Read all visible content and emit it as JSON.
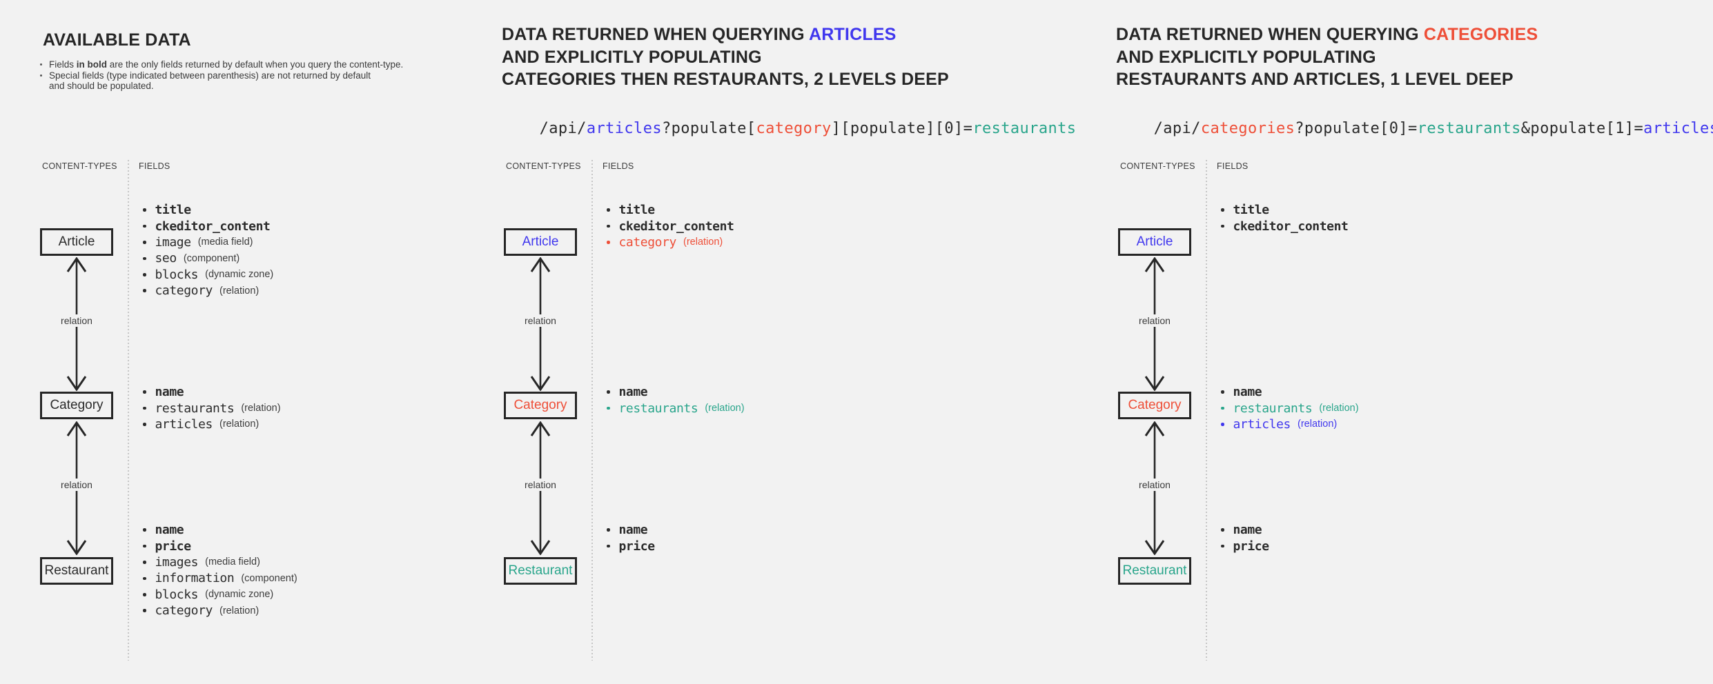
{
  "page": {
    "background": "#f2f2f2"
  },
  "colors": {
    "text_dark": "#2b2b2b",
    "accent_blue": "#4037ee",
    "accent_red": "#ee4f38",
    "accent_teal": "#29a58b",
    "divider": "#c6c6c6"
  },
  "labels": {
    "content_types": "CONTENT-TYPES",
    "fields": "FIELDS",
    "relation": "relation"
  },
  "panel1": {
    "title": "AVAILABLE DATA",
    "note1_pre": "Fields ",
    "note1_bold": "in bold",
    "note1_post": " are the only fields returned by default when you query the content-type.",
    "note2_line1": "Special fields (type indicated between parenthesis) are not returned by default",
    "note2_line2": "and should be populated."
  },
  "panel2": {
    "title_pre": "DATA RETURNED WHEN QUERYING ",
    "title_highlight": "ARTICLES",
    "title_highlight_color": "#4037ee",
    "title_line2": "AND EXPLICITLY POPULATING",
    "title_line3": "CATEGORIES THEN RESTAURANTS, 2 LEVELS DEEP",
    "api": [
      {
        "text": "/api/",
        "color": "#2b2b2b"
      },
      {
        "text": "articles",
        "color": "#4037ee"
      },
      {
        "text": "?populate[",
        "color": "#2b2b2b"
      },
      {
        "text": "category",
        "color": "#ee4f38"
      },
      {
        "text": "][populate][0]=",
        "color": "#2b2b2b"
      },
      {
        "text": "restaurants",
        "color": "#29a58b"
      }
    ]
  },
  "panel3": {
    "title_pre": "DATA RETURNED WHEN QUERYING ",
    "title_highlight": "CATEGORIES",
    "title_highlight_color": "#ee4f38",
    "title_line2": "AND EXPLICITLY POPULATING",
    "title_line3": "RESTAURANTS AND ARTICLES, 1 LEVEL DEEP",
    "api": [
      {
        "text": "/api/",
        "color": "#2b2b2b"
      },
      {
        "text": "categories",
        "color": "#ee4f38"
      },
      {
        "text": "?populate[0]=",
        "color": "#2b2b2b"
      },
      {
        "text": "restaurants",
        "color": "#29a58b"
      },
      {
        "text": "&populate[1]=",
        "color": "#2b2b2b"
      },
      {
        "text": "articles",
        "color": "#4037ee"
      }
    ]
  },
  "diagram1": {
    "article": {
      "label": "Article",
      "color": "#2b2b2b",
      "fields": [
        {
          "name": "title",
          "weight": "bold",
          "color": "#2b2b2b",
          "type": "",
          "type_color": "#3d3d3d"
        },
        {
          "name": "ckeditor_content",
          "weight": "bold",
          "color": "#2b2b2b",
          "type": "",
          "type_color": "#3d3d3d"
        },
        {
          "name": "image",
          "weight": "normal",
          "color": "#2b2b2b",
          "type": "(media field)",
          "type_color": "#3d3d3d"
        },
        {
          "name": "seo",
          "weight": "normal",
          "color": "#2b2b2b",
          "type": "(component)",
          "type_color": "#3d3d3d"
        },
        {
          "name": "blocks",
          "weight": "normal",
          "color": "#2b2b2b",
          "type": "(dynamic zone)",
          "type_color": "#3d3d3d"
        },
        {
          "name": "category",
          "weight": "normal",
          "color": "#2b2b2b",
          "type": "(relation)",
          "type_color": "#3d3d3d"
        }
      ]
    },
    "category": {
      "label": "Category",
      "color": "#2b2b2b",
      "fields": [
        {
          "name": "name",
          "weight": "bold",
          "color": "#2b2b2b",
          "type": "",
          "type_color": "#3d3d3d"
        },
        {
          "name": "restaurants",
          "weight": "normal",
          "color": "#2b2b2b",
          "type": "(relation)",
          "type_color": "#3d3d3d"
        },
        {
          "name": "articles",
          "weight": "normal",
          "color": "#2b2b2b",
          "type": "(relation)",
          "type_color": "#3d3d3d"
        }
      ]
    },
    "restaurant": {
      "label": "Restaurant",
      "color": "#2b2b2b",
      "fields": [
        {
          "name": "name",
          "weight": "bold",
          "color": "#2b2b2b",
          "type": "",
          "type_color": "#3d3d3d"
        },
        {
          "name": "price",
          "weight": "bold",
          "color": "#2b2b2b",
          "type": "",
          "type_color": "#3d3d3d"
        },
        {
          "name": "images",
          "weight": "normal",
          "color": "#2b2b2b",
          "type": "(media field)",
          "type_color": "#3d3d3d"
        },
        {
          "name": "information",
          "weight": "normal",
          "color": "#2b2b2b",
          "type": "(component)",
          "type_color": "#3d3d3d"
        },
        {
          "name": "blocks",
          "weight": "normal",
          "color": "#2b2b2b",
          "type": "(dynamic zone)",
          "type_color": "#3d3d3d"
        },
        {
          "name": "category",
          "weight": "normal",
          "color": "#2b2b2b",
          "type": "(relation)",
          "type_color": "#3d3d3d"
        }
      ]
    }
  },
  "diagram2": {
    "article": {
      "label": "Article",
      "color": "#4037ee",
      "fields": [
        {
          "name": "title",
          "weight": "bold",
          "color": "#2b2b2b",
          "type": "",
          "type_color": "#3d3d3d"
        },
        {
          "name": "ckeditor_content",
          "weight": "bold",
          "color": "#2b2b2b",
          "type": "",
          "type_color": "#3d3d3d"
        },
        {
          "name": "category",
          "weight": "normal",
          "color": "#ee4f38",
          "type": "(relation)",
          "type_color": "#ee4f38"
        }
      ]
    },
    "category": {
      "label": "Category",
      "color": "#ee4f38",
      "fields": [
        {
          "name": "name",
          "weight": "bold",
          "color": "#2b2b2b",
          "type": "",
          "type_color": "#3d3d3d"
        },
        {
          "name": "restaurants",
          "weight": "normal",
          "color": "#29a58b",
          "type": "(relation)",
          "type_color": "#29a58b"
        }
      ]
    },
    "restaurant": {
      "label": "Restaurant",
      "color": "#29a58b",
      "fields": [
        {
          "name": "name",
          "weight": "bold",
          "color": "#2b2b2b",
          "type": "",
          "type_color": "#3d3d3d"
        },
        {
          "name": "price",
          "weight": "bold",
          "color": "#2b2b2b",
          "type": "",
          "type_color": "#3d3d3d"
        }
      ]
    }
  },
  "diagram3": {
    "article": {
      "label": "Article",
      "color": "#4037ee",
      "fields": [
        {
          "name": "title",
          "weight": "bold",
          "color": "#2b2b2b",
          "type": "",
          "type_color": "#3d3d3d"
        },
        {
          "name": "ckeditor_content",
          "weight": "bold",
          "color": "#2b2b2b",
          "type": "",
          "type_color": "#3d3d3d"
        }
      ]
    },
    "category": {
      "label": "Category",
      "color": "#ee4f38",
      "fields": [
        {
          "name": "name",
          "weight": "bold",
          "color": "#2b2b2b",
          "type": "",
          "type_color": "#3d3d3d"
        },
        {
          "name": "restaurants",
          "weight": "normal",
          "color": "#29a58b",
          "type": "(relation)",
          "type_color": "#29a58b"
        },
        {
          "name": "articles",
          "weight": "normal",
          "color": "#4037ee",
          "type": "(relation)",
          "type_color": "#4037ee"
        }
      ]
    },
    "restaurant": {
      "label": "Restaurant",
      "color": "#29a58b",
      "fields": [
        {
          "name": "name",
          "weight": "bold",
          "color": "#2b2b2b",
          "type": "",
          "type_color": "#3d3d3d"
        },
        {
          "name": "price",
          "weight": "bold",
          "color": "#2b2b2b",
          "type": "",
          "type_color": "#3d3d3d"
        }
      ]
    }
  }
}
